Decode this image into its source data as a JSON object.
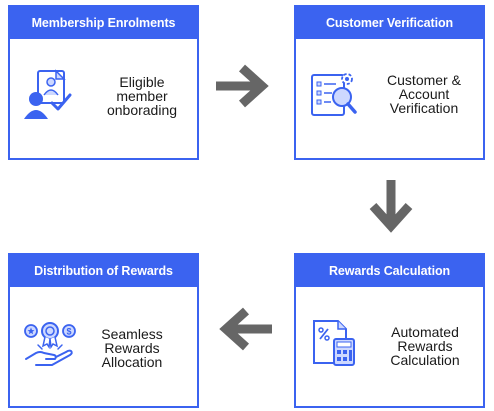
{
  "colors": {
    "accent": "#3b63f0",
    "arrow": "#666666",
    "text": "#1a1a1a"
  },
  "cards": [
    {
      "header": "Membership Enrolments",
      "text": "Eligible\nmember\nonborading",
      "icon": "member-onboarding-icon"
    },
    {
      "header": "Customer Verification",
      "text": "Customer &\nAccount\nVerification",
      "icon": "document-verification-icon"
    },
    {
      "header": "Rewards Calculation",
      "text": "Automated\nRewards\nCalculation",
      "icon": "calculator-document-icon"
    },
    {
      "header": "Distribution of Rewards",
      "text": "Seamless\nRewards\nAllocation",
      "icon": "rewards-hand-icon"
    }
  ],
  "arrows": [
    "arrow-right-icon",
    "arrow-down-icon",
    "arrow-left-icon"
  ]
}
